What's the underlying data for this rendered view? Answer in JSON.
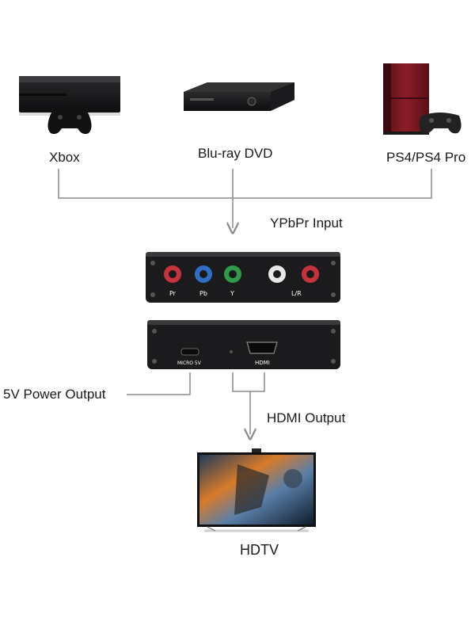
{
  "sources": {
    "xbox": "Xbox",
    "bluray": "Blu-ray  DVD",
    "ps4": "PS4/PS4  Pro"
  },
  "input_label": "YPbPr  Input",
  "ypbpr_box": {
    "port_pr": "Pr",
    "port_pb": "Pb",
    "port_y": "Y",
    "port_lr": "L/R"
  },
  "hdmi_box": {
    "port_micro": "MICRO 5V",
    "port_hdmi": "HDMI"
  },
  "power_label": "5V  Power  Output",
  "hdmi_output_label": "HDMI  Output",
  "hdtv_label": "HDTV",
  "colors": {
    "pr": "#c8323c",
    "pb": "#2e6fc4",
    "y": "#2f9a4a",
    "white": "#e8e8e8",
    "red": "#c8323c",
    "device_body": "#1c1c1e",
    "ps4_red": "#7a1a22",
    "line": "#8a8a8a"
  }
}
